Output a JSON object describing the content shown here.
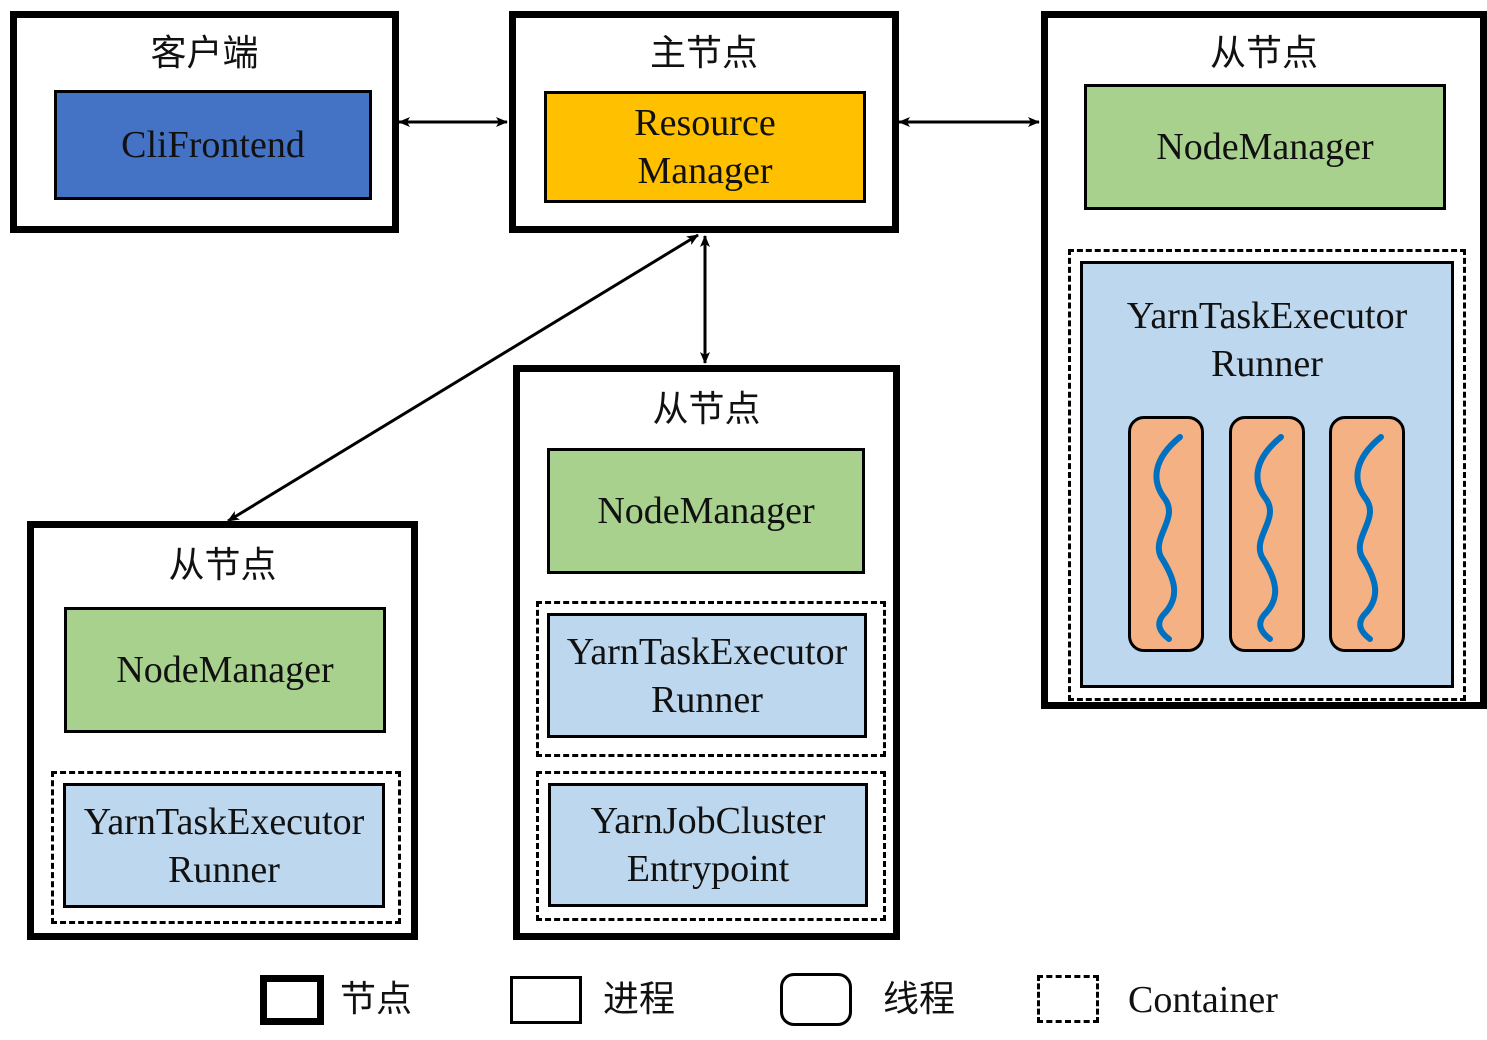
{
  "client": {
    "title": "客户端",
    "process": "CliFrontend"
  },
  "master": {
    "title": "主节点",
    "process_line1": "Resource",
    "process_line2": "Manager"
  },
  "worker_right": {
    "title": "从节点",
    "node_manager": "NodeManager",
    "runner_line1": "YarnTaskExecutor",
    "runner_line2": "Runner",
    "threads": 3
  },
  "worker_middle": {
    "title": "从节点",
    "node_manager": "NodeManager",
    "runner_line1": "YarnTaskExecutor",
    "runner_line2": "Runner",
    "entry_line1": "YarnJobCluster",
    "entry_line2": "Entrypoint"
  },
  "worker_left": {
    "title": "从节点",
    "node_manager": "NodeManager",
    "runner_line1": "YarnTaskExecutor",
    "runner_line2": "Runner"
  },
  "legend": {
    "node": "节点",
    "process": "进程",
    "thread": "线程",
    "container": "Container"
  },
  "colors": {
    "cli": "#4472c4",
    "resource_manager": "#ffc000",
    "node_manager": "#a9d18e",
    "runner": "#bdd7ee",
    "thread": "#f4b183",
    "thread_wave": "#0070c0"
  }
}
